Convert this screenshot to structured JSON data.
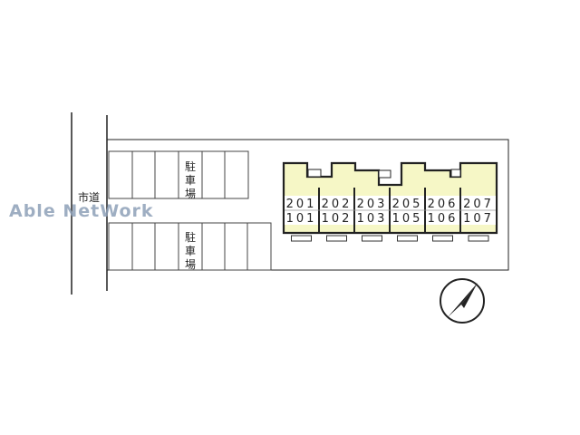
{
  "road": {
    "label": "市道"
  },
  "parking": {
    "label_top": "駐車場",
    "label_bottom": "駐車場"
  },
  "units": [
    {
      "upper": "201",
      "lower": "101"
    },
    {
      "upper": "202",
      "lower": "102"
    },
    {
      "upper": "203",
      "lower": "103"
    },
    {
      "upper": "205",
      "lower": "105"
    },
    {
      "upper": "206",
      "lower": "106"
    },
    {
      "upper": "207",
      "lower": "107"
    }
  ],
  "watermark": "Able NetWork",
  "colors": {
    "building": "#f6f7c6",
    "line": "#222222",
    "watermark": "#8ea0b8"
  },
  "compass": {
    "icon": "north-arrow-icon"
  }
}
